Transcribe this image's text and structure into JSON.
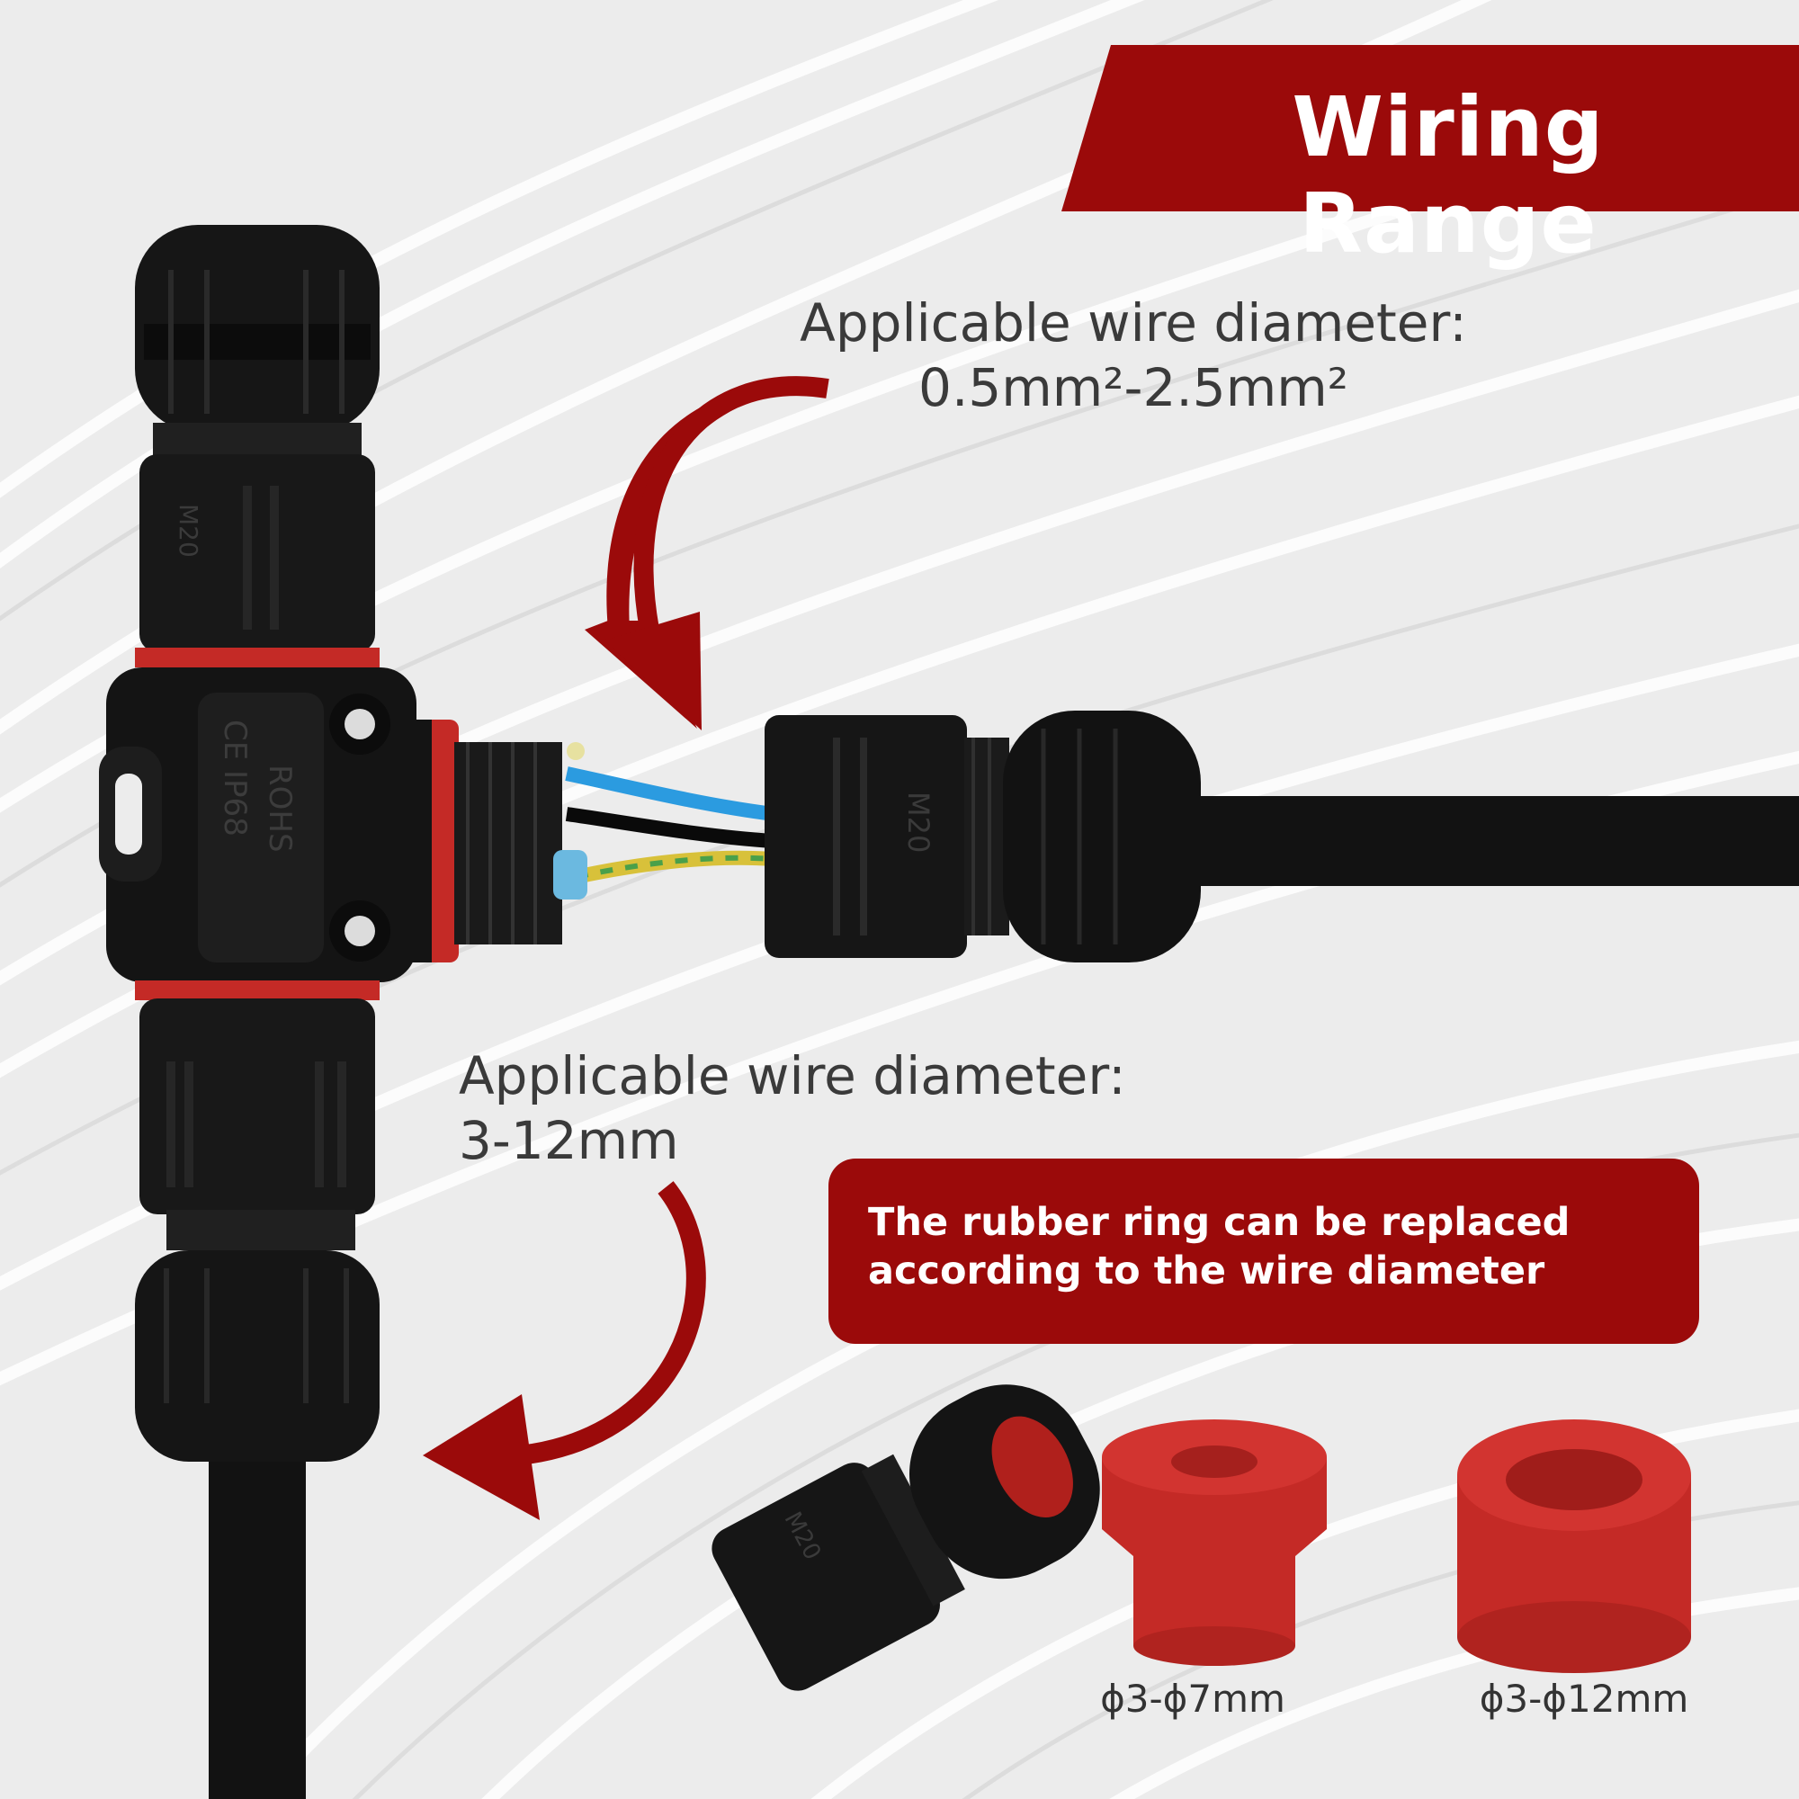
{
  "banner": {
    "title": "Wiring Range"
  },
  "wire_spec_top": {
    "line1": "Applicable wire diameter:",
    "line2": "0.5mm²-2.5mm²"
  },
  "wire_spec_bottom": {
    "line1": "Applicable wire diameter:",
    "line2": "3-12mm"
  },
  "note": {
    "text": "The rubber ring can be replaced according to the wire diameter"
  },
  "rings": [
    {
      "label": "ɸ3-ɸ7mm"
    },
    {
      "label": "ɸ3-ɸ12mm"
    }
  ],
  "connector_markings": {
    "thread_size": "M20",
    "rating": "IP68",
    "cert": "ROHS"
  },
  "colors": {
    "accent_red": "#9b0a0a",
    "ring_red": "#c42a26",
    "connector_black": "#141414"
  }
}
